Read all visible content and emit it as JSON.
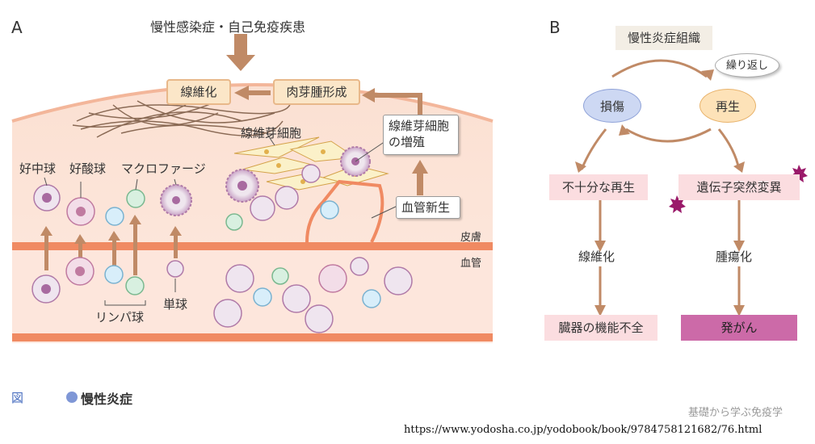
{
  "panel_a": {
    "label": "A",
    "cause": "慢性感染症・自己免疫疾患",
    "fibrosis": "線維化",
    "granulation": "肉芽腫形成",
    "fibroblast": "線維芽細胞",
    "fibroblast_proliferation_1": "線維芽細胞",
    "fibroblast_proliferation_2": "の増殖",
    "angiogenesis": "血管新生",
    "neutrophil": "好中球",
    "eosinophil": "好酸球",
    "macrophage": "マクロファージ",
    "lymphocyte": "リンパ球",
    "monocyte": "単球",
    "skin": "皮膚",
    "vessel": "血管"
  },
  "panel_b": {
    "label": "B",
    "title": "慢性炎症組織",
    "repeat": "繰り返し",
    "damage": "損傷",
    "regeneration": "再生",
    "insufficient": "不十分な再生",
    "mutation": "遺伝子突然変異",
    "fibrosis": "線維化",
    "tumor": "腫瘍化",
    "organ_failure": "臓器の機能不全",
    "cancer": "発がん"
  },
  "caption": {
    "fig": "図",
    "title": "慢性炎症"
  },
  "credit": "基礎から学ぶ免疫学",
  "url": "https://www.yodosha.co.jp/yodobook/book/9784758121682/76.html",
  "colors": {
    "arrow": "#c08a66",
    "tissue": "#fbe3d6",
    "vessel_band": "#f08a62",
    "orange_box": "#fbe6c8",
    "pink_box": "#fbdde0",
    "magenta_box": "#cc6aa8",
    "damage_oval": "#cdd8f3",
    "regen_oval": "#fde2b8",
    "caption_blue": "#7f97d6"
  }
}
